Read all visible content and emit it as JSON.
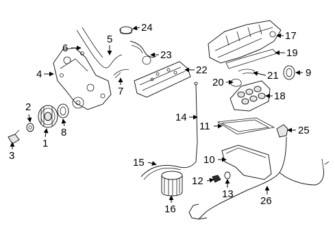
{
  "callouts": {
    "c1": "1",
    "c2": "2",
    "c3": "3",
    "c4": "4",
    "c5": "5",
    "c6": "6",
    "c7": "7",
    "c8": "8",
    "c9": "9",
    "c10": "10",
    "c11": "11",
    "c12": "12",
    "c13": "13",
    "c14": "14",
    "c15": "15",
    "c16": "16",
    "c17": "17",
    "c18": "18",
    "c19": "19",
    "c20": "20",
    "c21": "21",
    "c22": "22",
    "c23": "23",
    "c24": "24",
    "c25": "25",
    "c26": "26"
  },
  "colors": {
    "line": "#1a1a1a",
    "background": "#ffffff"
  }
}
